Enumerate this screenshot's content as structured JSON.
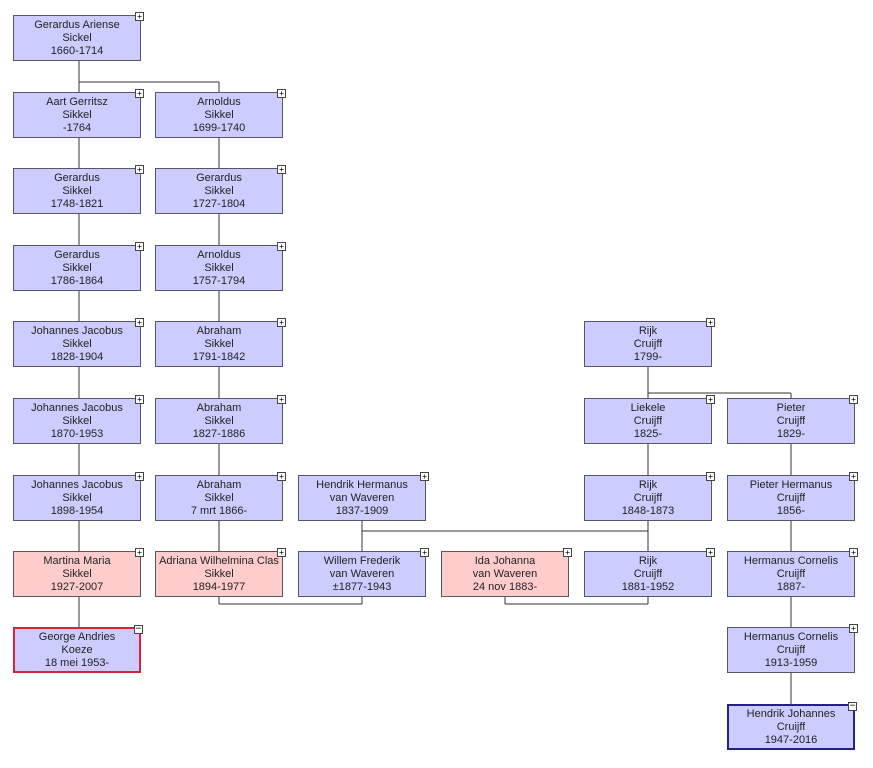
{
  "persons": [
    {
      "id": "p1",
      "lines": [
        "Gerardus Ariense",
        "Sickel",
        "1660-1714"
      ],
      "sex": "m",
      "toggle": "+"
    },
    {
      "id": "p2",
      "lines": [
        "Aart Gerritsz",
        "Sikkel",
        "-1764"
      ],
      "sex": "m",
      "toggle": "+"
    },
    {
      "id": "p3",
      "lines": [
        "Arnoldus",
        "Sikkel",
        "1699-1740"
      ],
      "sex": "m",
      "toggle": "+"
    },
    {
      "id": "p4",
      "lines": [
        "Gerardus",
        "Sikkel",
        "1748-1821"
      ],
      "sex": "m",
      "toggle": "+"
    },
    {
      "id": "p5",
      "lines": [
        "Gerardus",
        "Sikkel",
        "1727-1804"
      ],
      "sex": "m",
      "toggle": "+"
    },
    {
      "id": "p6",
      "lines": [
        "Gerardus",
        "Sikkel",
        "1786-1864"
      ],
      "sex": "m",
      "toggle": "+"
    },
    {
      "id": "p7",
      "lines": [
        "Arnoldus",
        "Sikkel",
        "1757-1794"
      ],
      "sex": "m",
      "toggle": "+"
    },
    {
      "id": "p8",
      "lines": [
        "Johannes Jacobus",
        "Sikkel",
        "1828-1904"
      ],
      "sex": "m",
      "toggle": "+"
    },
    {
      "id": "p9",
      "lines": [
        "Abraham",
        "Sikkel",
        "1791-1842"
      ],
      "sex": "m",
      "toggle": "+"
    },
    {
      "id": "p10",
      "lines": [
        "Johannes Jacobus",
        "Sikkel",
        "1870-1953"
      ],
      "sex": "m",
      "toggle": "+"
    },
    {
      "id": "p11",
      "lines": [
        "Abraham",
        "Sikkel",
        "1827-1886"
      ],
      "sex": "m",
      "toggle": "+"
    },
    {
      "id": "p12",
      "lines": [
        "Johannes Jacobus",
        "Sikkel",
        "1898-1954"
      ],
      "sex": "m",
      "toggle": "+"
    },
    {
      "id": "p13",
      "lines": [
        "Abraham",
        "Sikkel",
        "7 mrt 1866-"
      ],
      "sex": "m",
      "toggle": "+"
    },
    {
      "id": "p14",
      "lines": [
        "Hendrik Hermanus",
        "van Waveren",
        "1837-1909"
      ],
      "sex": "m",
      "toggle": "+"
    },
    {
      "id": "p15",
      "lines": [
        "Martina Maria",
        "Sikkel",
        "1927-2007"
      ],
      "sex": "f",
      "toggle": "+"
    },
    {
      "id": "p16",
      "lines": [
        "Adriana Wilhelmina Clas",
        "Sikkel",
        "1894-1977"
      ],
      "sex": "f",
      "toggle": "+"
    },
    {
      "id": "p17",
      "lines": [
        "Willem Frederik",
        "van Waveren",
        "±1877-1943"
      ],
      "sex": "m",
      "toggle": "+"
    },
    {
      "id": "p18",
      "lines": [
        "Ida Johanna",
        "van Waveren",
        "24 nov 1883-"
      ],
      "sex": "f",
      "toggle": "+"
    },
    {
      "id": "p19",
      "lines": [
        "George Andries",
        "Koeze",
        "18 mei 1953-"
      ],
      "sex": "m",
      "toggle": "−",
      "selected": "female"
    },
    {
      "id": "p20",
      "lines": [
        "Rijk",
        "Cruijff",
        "1799-"
      ],
      "sex": "m",
      "toggle": "+"
    },
    {
      "id": "p21",
      "lines": [
        "Liekele",
        "Cruijff",
        "1825-"
      ],
      "sex": "m",
      "toggle": "+"
    },
    {
      "id": "p22",
      "lines": [
        "Pieter",
        "Cruijff",
        "1829-"
      ],
      "sex": "m",
      "toggle": "+"
    },
    {
      "id": "p23",
      "lines": [
        "Rijk",
        "Cruijff",
        "1848-1873"
      ],
      "sex": "m",
      "toggle": "+"
    },
    {
      "id": "p24",
      "lines": [
        "Pieter Hermanus",
        "Cruijff",
        "1856-"
      ],
      "sex": "m",
      "toggle": "+"
    },
    {
      "id": "p25",
      "lines": [
        "Rijk",
        "Cruijff",
        "1881-1952"
      ],
      "sex": "m",
      "toggle": "+"
    },
    {
      "id": "p26",
      "lines": [
        "Hermanus Cornelis",
        "Cruijff",
        "1887-"
      ],
      "sex": "m",
      "toggle": "+"
    },
    {
      "id": "p27",
      "lines": [
        "Hermanus Cornelis",
        "Cruijff",
        "1913-1959"
      ],
      "sex": "m",
      "toggle": "+"
    },
    {
      "id": "p28",
      "lines": [
        "Hendrik Johannes",
        "Cruijff",
        "1947-2016"
      ],
      "sex": "m",
      "toggle": "−",
      "selected": "male"
    }
  ],
  "colors": {
    "male_fill": "#ccccff",
    "female_fill": "#ffcccc",
    "selected_female_border": "#dd2233",
    "selected_male_border": "#222288",
    "line": "#333333"
  }
}
